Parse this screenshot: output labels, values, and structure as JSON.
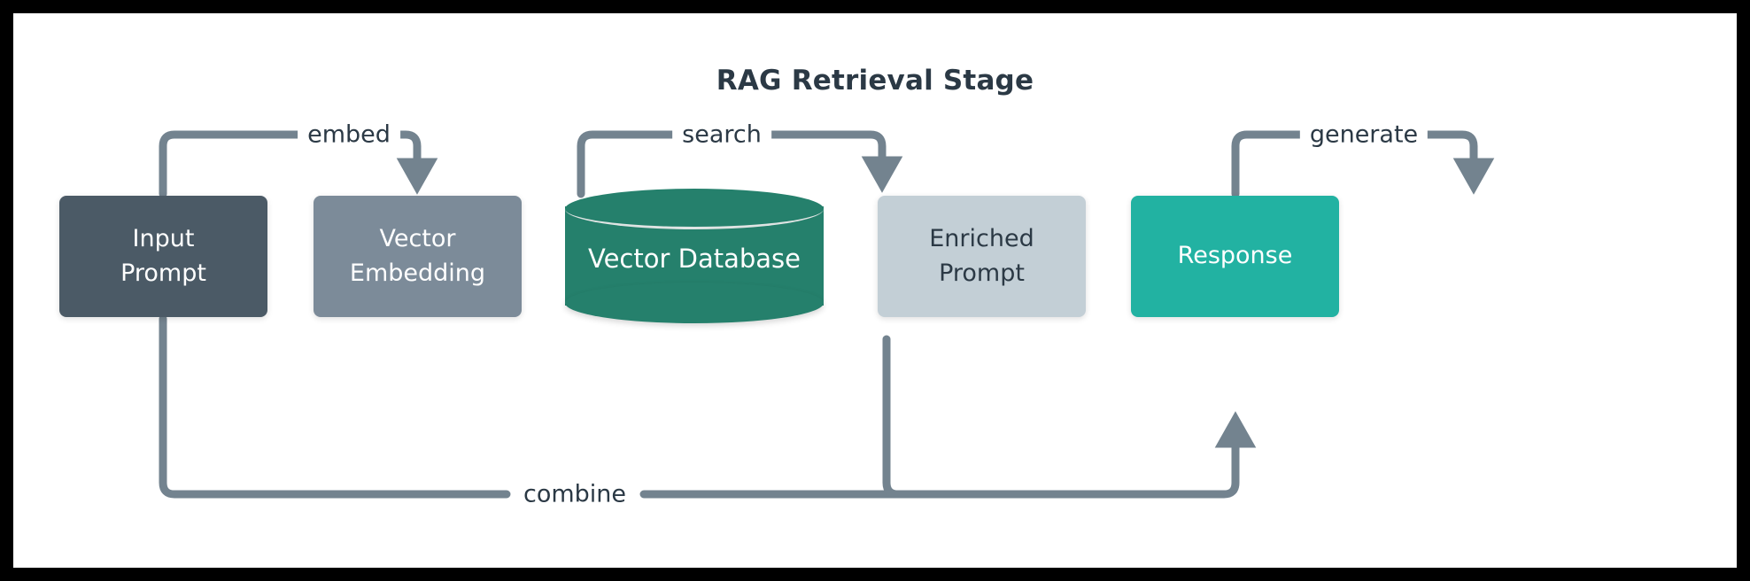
{
  "diagram": {
    "title": "RAG Retrieval Stage",
    "type": "flowchart",
    "background": "#ffffff",
    "border_color": "#000000",
    "edge_color": "#73838f",
    "nodes": [
      {
        "id": "input-prompt",
        "shape": "rounded-rect",
        "line1": "Input",
        "line2": "Prompt",
        "fill": "#4b5a66",
        "text_color": "#ffffff"
      },
      {
        "id": "vector-embedding",
        "shape": "rounded-rect",
        "line1": "Vector",
        "line2": "Embedding",
        "fill": "#7c8b99",
        "text_color": "#ffffff"
      },
      {
        "id": "vector-database",
        "shape": "cylinder",
        "label": "Vector Database",
        "fill": "#25806c",
        "text_color": "#ffffff"
      },
      {
        "id": "enriched-prompt",
        "shape": "rounded-rect",
        "line1": "Enriched",
        "line2": "Prompt",
        "fill": "#c3cfd6",
        "text_color": "#2b3945"
      },
      {
        "id": "response",
        "shape": "rounded-rect",
        "line1": "Response",
        "line2": "",
        "fill": "#22b2a2",
        "text_color": "#ffffff"
      }
    ],
    "edges": [
      {
        "id": "embed",
        "label": "embed",
        "from": "input-prompt",
        "to": "vector-embedding"
      },
      {
        "id": "search",
        "label": "search",
        "from": "vector-embedding",
        "to": "vector-database"
      },
      {
        "id": "generate",
        "label": "generate",
        "from": "enriched-prompt",
        "to": "response"
      },
      {
        "id": "combine",
        "label": "combine",
        "from": "input-prompt",
        "to": "enriched-prompt"
      }
    ]
  }
}
